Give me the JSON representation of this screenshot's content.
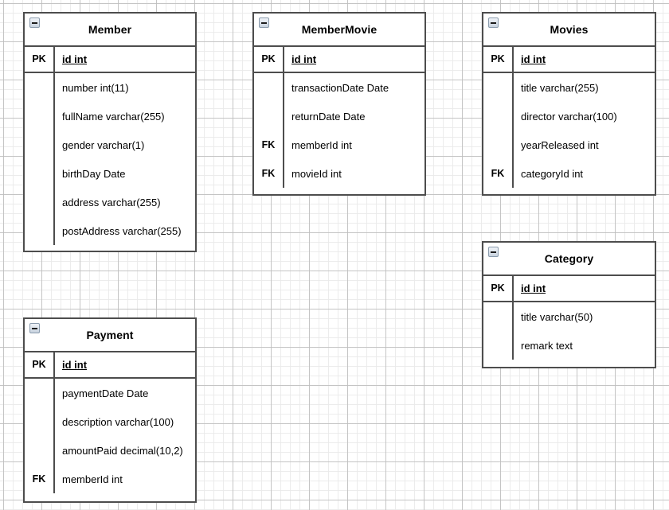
{
  "diagram": {
    "type": "entity-relationship-diagram",
    "canvas": {
      "grid_visible": true,
      "background_color": "#ffffff",
      "grid_minor_color": "#eaeaea",
      "grid_major_color": "#bebebe"
    },
    "border_color": "#4d4d4d",
    "text_color": "#000000",
    "key_labels": {
      "primary": "PK",
      "foreign": "FK",
      "none": ""
    },
    "collapse_icon": "minus-box-icon",
    "entities": [
      {
        "id": "member",
        "name": "Member",
        "attributes": [
          {
            "key": "PK",
            "name": "id int",
            "is_pk": true
          },
          {
            "key": "",
            "name": "number int(11)",
            "is_pk": false
          },
          {
            "key": "",
            "name": "fullName varchar(255)",
            "is_pk": false
          },
          {
            "key": "",
            "name": "gender varchar(1)",
            "is_pk": false
          },
          {
            "key": "",
            "name": "birthDay Date",
            "is_pk": false
          },
          {
            "key": "",
            "name": "address varchar(255)",
            "is_pk": false
          },
          {
            "key": "",
            "name": "postAddress varchar(255)",
            "is_pk": false
          }
        ]
      },
      {
        "id": "membermovie",
        "name": "MemberMovie",
        "attributes": [
          {
            "key": "PK",
            "name": "id int",
            "is_pk": true
          },
          {
            "key": "",
            "name": "transactionDate Date",
            "is_pk": false
          },
          {
            "key": "",
            "name": "returnDate Date",
            "is_pk": false
          },
          {
            "key": "FK",
            "name": "memberId int",
            "is_pk": false
          },
          {
            "key": "FK",
            "name": "movieId int",
            "is_pk": false
          }
        ]
      },
      {
        "id": "movies",
        "name": "Movies",
        "attributes": [
          {
            "key": "PK",
            "name": "id int",
            "is_pk": true
          },
          {
            "key": "",
            "name": "title varchar(255)",
            "is_pk": false
          },
          {
            "key": "",
            "name": "director varchar(100)",
            "is_pk": false
          },
          {
            "key": "",
            "name": "yearReleased int",
            "is_pk": false
          },
          {
            "key": "FK",
            "name": "categoryId int",
            "is_pk": false
          }
        ]
      },
      {
        "id": "category",
        "name": "Category",
        "attributes": [
          {
            "key": "PK",
            "name": "id int",
            "is_pk": true
          },
          {
            "key": "",
            "name": "title varchar(50)",
            "is_pk": false
          },
          {
            "key": "",
            "name": "remark text",
            "is_pk": false
          }
        ]
      },
      {
        "id": "payment",
        "name": "Payment",
        "attributes": [
          {
            "key": "PK",
            "name": "id int",
            "is_pk": true
          },
          {
            "key": "",
            "name": "paymentDate Date",
            "is_pk": false
          },
          {
            "key": "",
            "name": "description varchar(100)",
            "is_pk": false
          },
          {
            "key": "",
            "name": "amountPaid decimal(10,2)",
            "is_pk": false
          },
          {
            "key": "FK",
            "name": "memberId int",
            "is_pk": false
          }
        ]
      }
    ]
  }
}
